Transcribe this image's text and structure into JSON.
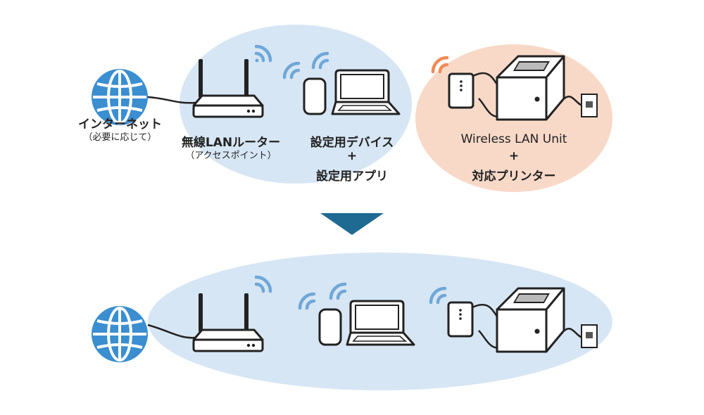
{
  "before": {
    "internet": {
      "label": "インターネット",
      "note": "（必要に応じて）"
    },
    "router": {
      "label": "無線LANルーター",
      "note": "（アクセスポイント）"
    },
    "device": {
      "line1": "設定用デバイス",
      "plus": "+",
      "line2": "設定用アプリ"
    },
    "unit": {
      "line1": "Wireless LAN Unit",
      "plus": "+",
      "line2": "対応プリンター"
    }
  },
  "colors": {
    "network_zone": "#d7e6f4",
    "unit_zone": "#f8d9c8",
    "globe": "#3b8ed0",
    "wifi": "#6fa7d8",
    "wifi_active": "#f08a55",
    "arrow": "#1f6a92",
    "outline": "#222222"
  },
  "icons": [
    "globe-icon",
    "router-icon",
    "smartphone-icon",
    "laptop-icon",
    "wireless-lan-unit-icon",
    "printer-icon",
    "power-outlet-icon",
    "wifi-icon",
    "down-arrow-icon"
  ]
}
